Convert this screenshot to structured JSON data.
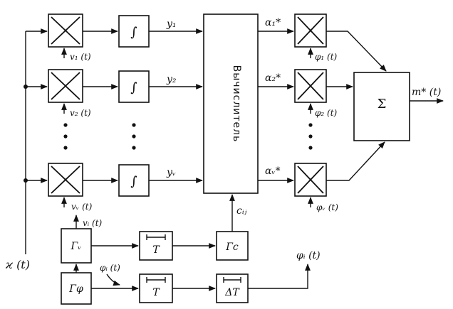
{
  "inputs": {
    "x": "ϰ (t)",
    "v1": "v₁ (t)",
    "v2": "v₂ (t)",
    "vnu": "vᵥ (t)",
    "vi": "vᵢ (t)",
    "phi_i_in": "φᵢ (t)"
  },
  "integrators": {
    "symbol": "∫"
  },
  "outputs_y": {
    "y1": "y₁",
    "y2": "y₂",
    "ynu": "yᵥ"
  },
  "computer": {
    "label": "Вычислитель"
  },
  "coefficients": {
    "a1": "α₁*",
    "a2": "α₂*",
    "anu": "αᵥ*",
    "cij": "cᵢⱼ"
  },
  "weights": {
    "phi1": "φ₁ (t)",
    "phi2": "φ₂ (t)",
    "phinu": "φᵥ (t)"
  },
  "summer": {
    "symbol": "Σ",
    "output": "m* (t)"
  },
  "generators": {
    "gv": "Γᵥ",
    "gphi": "Γφ",
    "gc": "Γc",
    "T1": "T",
    "T2": "T",
    "dT": "ΔT"
  },
  "phi_i_out": "φᵢ (t)"
}
